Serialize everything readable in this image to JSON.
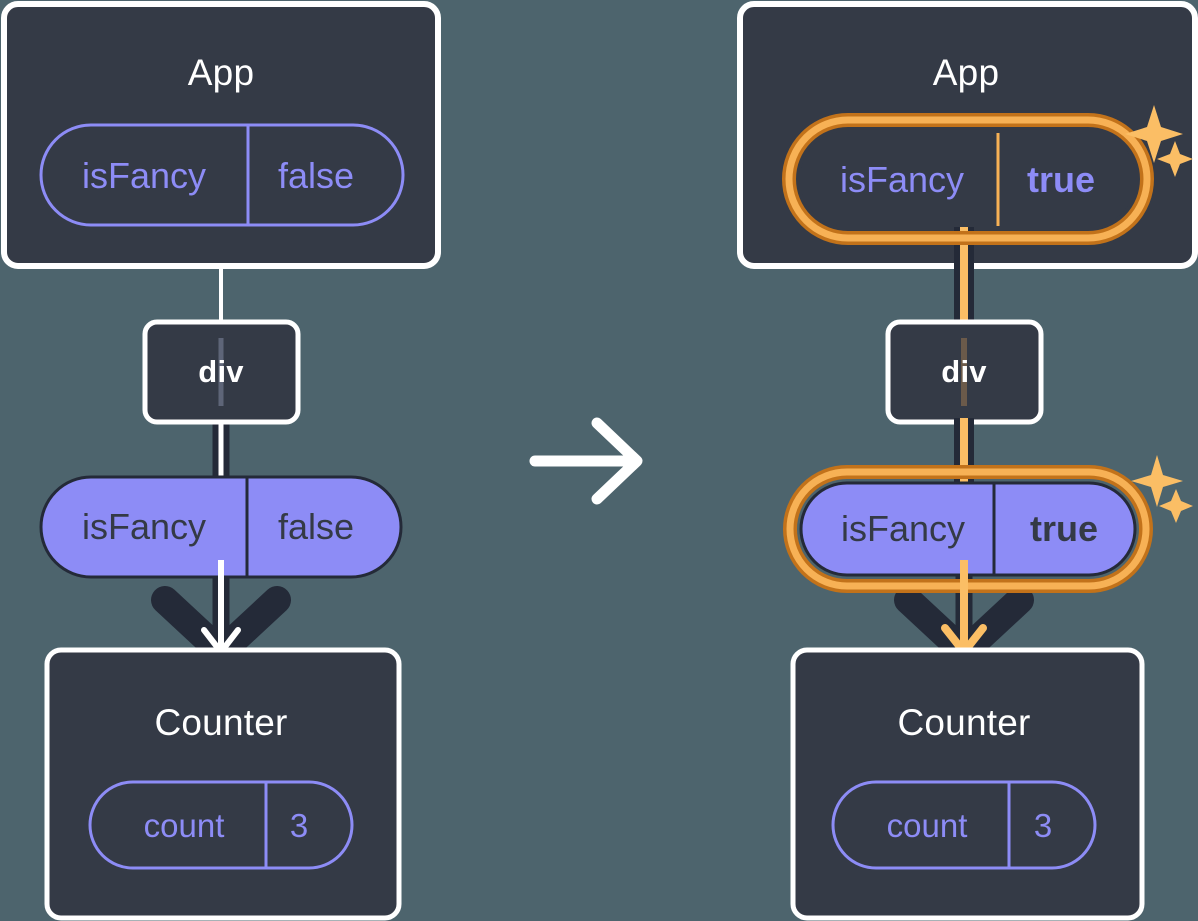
{
  "diagram": {
    "title_left": "",
    "title_right": "",
    "colors": {
      "background": "#4d646d",
      "box_fill": "#343a46",
      "box_border": "#ffffff",
      "pill_fill": "#8d8cf6",
      "pill_stroke": "#8d8cf6",
      "pill_text_dark": "#343a46",
      "highlight_outer": "#c2721a",
      "highlight_inner": "#f7b155",
      "sparkle": "#fbbe65",
      "arrow_dark": "#242a38",
      "arrow_white": "#ffffff",
      "arrow_amber": "#fbbe65"
    },
    "transition_arrow": "arrow-right-icon",
    "panels": [
      {
        "id": "before",
        "app": {
          "label": "App",
          "state": {
            "name": "isFancy",
            "value": "false",
            "style": "outline",
            "highlighted": false
          }
        },
        "div": {
          "label": "div"
        },
        "prop": {
          "name": "isFancy",
          "value": "false",
          "style": "filled",
          "highlighted": false
        },
        "counter": {
          "label": "Counter",
          "state": {
            "name": "count",
            "value": "3",
            "style": "outline",
            "highlighted": false
          }
        }
      },
      {
        "id": "after",
        "app": {
          "label": "App",
          "state": {
            "name": "isFancy",
            "value": "true",
            "style": "outline",
            "highlighted": true
          }
        },
        "div": {
          "label": "div"
        },
        "prop": {
          "name": "isFancy",
          "value": "true",
          "style": "filled",
          "highlighted": true
        },
        "counter": {
          "label": "Counter",
          "state": {
            "name": "count",
            "value": "3",
            "style": "outline",
            "highlighted": false
          }
        }
      }
    ]
  }
}
